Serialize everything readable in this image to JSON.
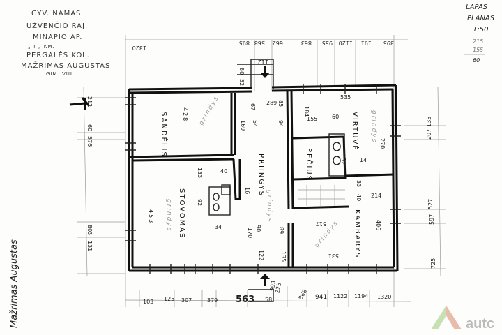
{
  "header": {
    "lines": [
      "GYV. NAMAS",
      "UŽVENČIO RAJ.",
      "MINAPIO AP.",
      "„ ! „ KM.",
      "PERGALĖS KOL.",
      "MAŽRIMAS AUGUSTAS",
      "GIM. VIII"
    ]
  },
  "title": {
    "line1": "LAPAS",
    "line2": "PLANAS",
    "scale": "1:50",
    "calc_top": "215",
    "calc_mid": "155",
    "calc_result": "60"
  },
  "dims_top": [
    "1320",
    "895",
    "568",
    "662",
    "863",
    "955",
    "1120",
    "191",
    "395"
  ],
  "dims_door_top": [
    "112",
    "80",
    "52"
  ],
  "dims_bottom": [
    "103",
    "125",
    "307",
    "379",
    "563",
    "58",
    "593",
    "225",
    "868",
    "941",
    "1122",
    "1194",
    "1320"
  ],
  "dims_left": [
    "212",
    "60",
    "576",
    "803",
    "131"
  ],
  "dims_right": [
    "135",
    "207",
    "527",
    "597",
    "725"
  ],
  "rooms": {
    "storage": "SANDĖLIS",
    "storage_dim": "428",
    "storage_note": "grindys",
    "corridor": "PRIINGYS",
    "corridor_note": "grindys",
    "vestibule": "STOVOMAS",
    "vestibule_dim": "453",
    "vestibule_note": "grindys",
    "kitchen": "VIRTUVĖ",
    "kitchen_note": "grindys",
    "oven": "PEČIUS",
    "room": "KAMBARYS",
    "room_note": "grindys"
  },
  "inner_dims": [
    "67",
    "289",
    "169",
    "54",
    "85",
    "184",
    "94",
    "535",
    "155",
    "60",
    "270",
    "32",
    "14",
    "33",
    "133",
    "92",
    "40",
    "16",
    "34",
    "90",
    "170",
    "122",
    "214",
    "40",
    "406",
    "517",
    "531",
    "89",
    "135"
  ],
  "signature": "Mažrimas Augustas",
  "logo": "autc",
  "colors": {
    "ink": "#111111",
    "pencil": "#999999",
    "logo_green": "#8fc06a",
    "logo_red": "#e58a7a",
    "logo_blue": "#8aaed0"
  }
}
